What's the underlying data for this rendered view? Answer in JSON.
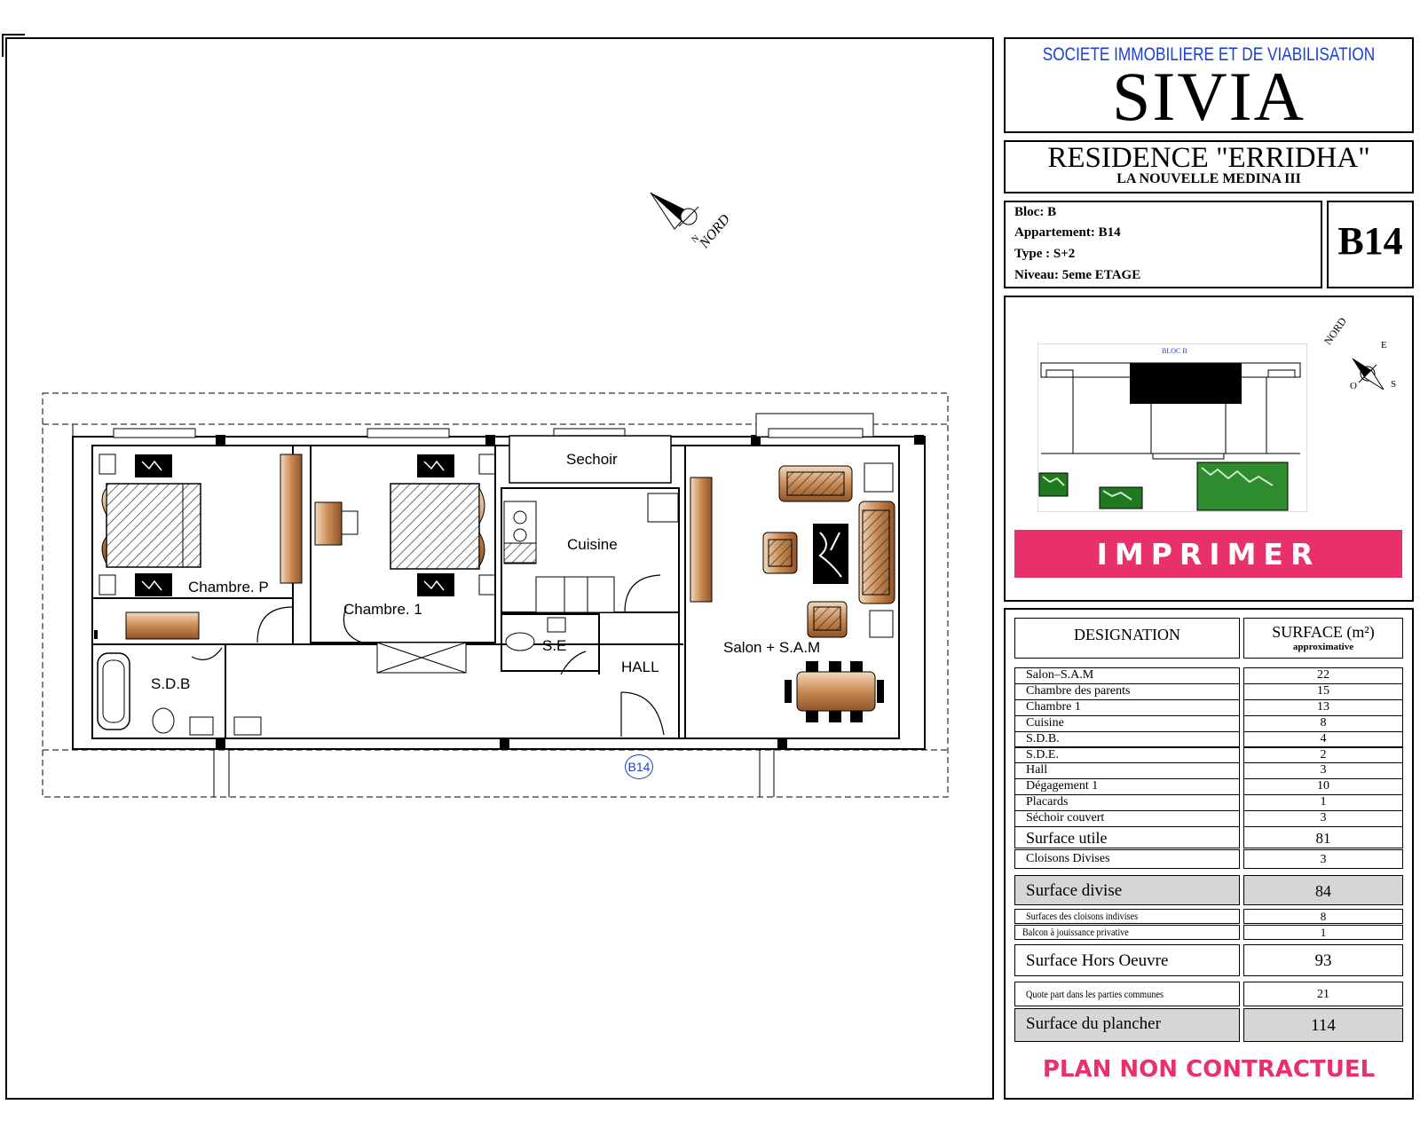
{
  "header": {
    "company_line": "SOCIETE IMMOBILIERE ET DE VIABILISATION",
    "brand": "SIVIA",
    "residence": "RESIDENCE \"ERRIDHA\"",
    "residence_sub": "LA NOUVELLE MEDINA III"
  },
  "info": {
    "bloc": "Bloc: B",
    "appartement": "Appartement: B14",
    "type": "Type : S+2",
    "niveau": "Niveau: 5eme ETAGE",
    "code": "B14"
  },
  "key_plan": {
    "bloc_label": "BLOC B",
    "compass": {
      "nord": "NORD",
      "e": "E",
      "s": "S",
      "o": "O"
    }
  },
  "print_button": "IMPRIMER",
  "plan": {
    "compass_nord": "NORD",
    "compass_n": "N",
    "door_tag": "B14",
    "rooms": {
      "sechoir": "Sechoir",
      "cuisine": "Cuisine",
      "chambre_p": "Chambre. P",
      "chambre_1": "Chambre. 1",
      "se": "S.E",
      "hall": "HALL",
      "salon": "Salon + S.A.M",
      "sdb": "S.D.B"
    }
  },
  "table": {
    "header_designation": "DESIGNATION",
    "header_surface": "SURFACE (m²)",
    "header_surface_sub": "approximative",
    "rows": [
      {
        "label": "Salon–S.A.M",
        "value": "22"
      },
      {
        "label": "Chambre des parents",
        "value": "15"
      },
      {
        "label": "Chambre 1",
        "value": "13"
      },
      {
        "label": "Cuisine",
        "value": "8"
      },
      {
        "label": "S.D.B.",
        "value": "4"
      },
      {
        "label": "S.D.E.",
        "value": "2"
      },
      {
        "label": "Hall",
        "value": "3"
      },
      {
        "label": "Dégagement 1",
        "value": "10"
      },
      {
        "label": "Placards",
        "value": "1"
      },
      {
        "label": "Séchoir couvert",
        "value": "3"
      }
    ],
    "surface_utile": {
      "label": "Surface utile",
      "value": "81"
    },
    "cloisons": {
      "label": "Cloisons Divises",
      "value": "3"
    },
    "surface_divise": {
      "label": "Surface divise",
      "value": "84"
    },
    "cloisons_indivises": {
      "label": "Surfaces des cloisons indivises",
      "value": "8"
    },
    "balcon": {
      "label": "Balcon à jouissance privative",
      "value": "1"
    },
    "hors_oeuvre": {
      "label": "Surface Hors Oeuvre",
      "value": "93"
    },
    "quote_part": {
      "label": "Quote part dans les parties communes",
      "value": "21"
    },
    "plancher": {
      "label": "Surface du plancher",
      "value": "114"
    }
  },
  "disclaimer": "PLAN NON CONTRACTUEL",
  "colors": {
    "accent_pink": "#e8306a",
    "company_blue": "#1a3fd1",
    "wood": "#b8773f",
    "table_gray": "#d6d6d6"
  }
}
